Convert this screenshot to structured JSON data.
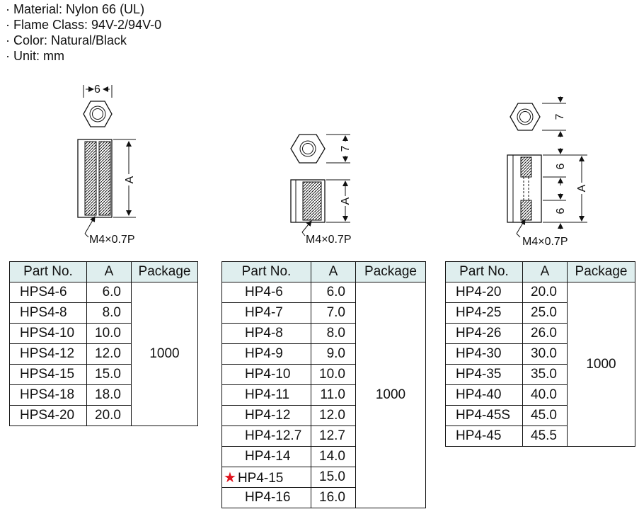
{
  "specs": [
    "Material: Nylon 66 (UL)",
    "Flame Class: 94V-2/94V-0",
    "Color: Natural/Black",
    "Unit: mm"
  ],
  "drawings": {
    "thread_label": "M4×0.7P",
    "dim_a": "A",
    "dim_6": "6",
    "dim_7": "7"
  },
  "tables": [
    {
      "headers": [
        "Part No.",
        "A",
        "Package"
      ],
      "package": "1000",
      "rows": [
        {
          "part": "HPS4-6",
          "a": "6.0"
        },
        {
          "part": "HPS4-8",
          "a": "8.0"
        },
        {
          "part": "HPS4-10",
          "a": "10.0"
        },
        {
          "part": "HPS4-12",
          "a": "12.0"
        },
        {
          "part": "HPS4-15",
          "a": "15.0"
        },
        {
          "part": "HPS4-18",
          "a": "18.0"
        },
        {
          "part": "HPS4-20",
          "a": "20.0"
        }
      ]
    },
    {
      "headers": [
        "Part No.",
        "A",
        "Package"
      ],
      "package": "1000",
      "rows": [
        {
          "part": "HP4-6",
          "a": "6.0"
        },
        {
          "part": "HP4-7",
          "a": "7.0"
        },
        {
          "part": "HP4-8",
          "a": "8.0"
        },
        {
          "part": "HP4-9",
          "a": "9.0"
        },
        {
          "part": "HP4-10",
          "a": "10.0"
        },
        {
          "part": "HP4-11",
          "a": "11.0"
        },
        {
          "part": "HP4-12",
          "a": "12.0"
        },
        {
          "part": "HP4-12.7",
          "a": "12.7"
        },
        {
          "part": "HP4-14",
          "a": "14.0"
        },
        {
          "part": "HP4-15",
          "a": "15.0",
          "star": "★"
        },
        {
          "part": "HP4-16",
          "a": "16.0"
        }
      ]
    },
    {
      "headers": [
        "Part No.",
        "A",
        "Package"
      ],
      "package": "1000",
      "rows": [
        {
          "part": "HP4-20",
          "a": "20.0"
        },
        {
          "part": "HP4-25",
          "a": "25.0"
        },
        {
          "part": "HP4-26",
          "a": "26.0"
        },
        {
          "part": "HP4-30",
          "a": "30.0"
        },
        {
          "part": "HP4-35",
          "a": "35.0"
        },
        {
          "part": "HP4-40",
          "a": "40.0"
        },
        {
          "part": "HP4-45S",
          "a": "45.0"
        },
        {
          "part": "HP4-45",
          "a": "45.5"
        }
      ]
    }
  ]
}
